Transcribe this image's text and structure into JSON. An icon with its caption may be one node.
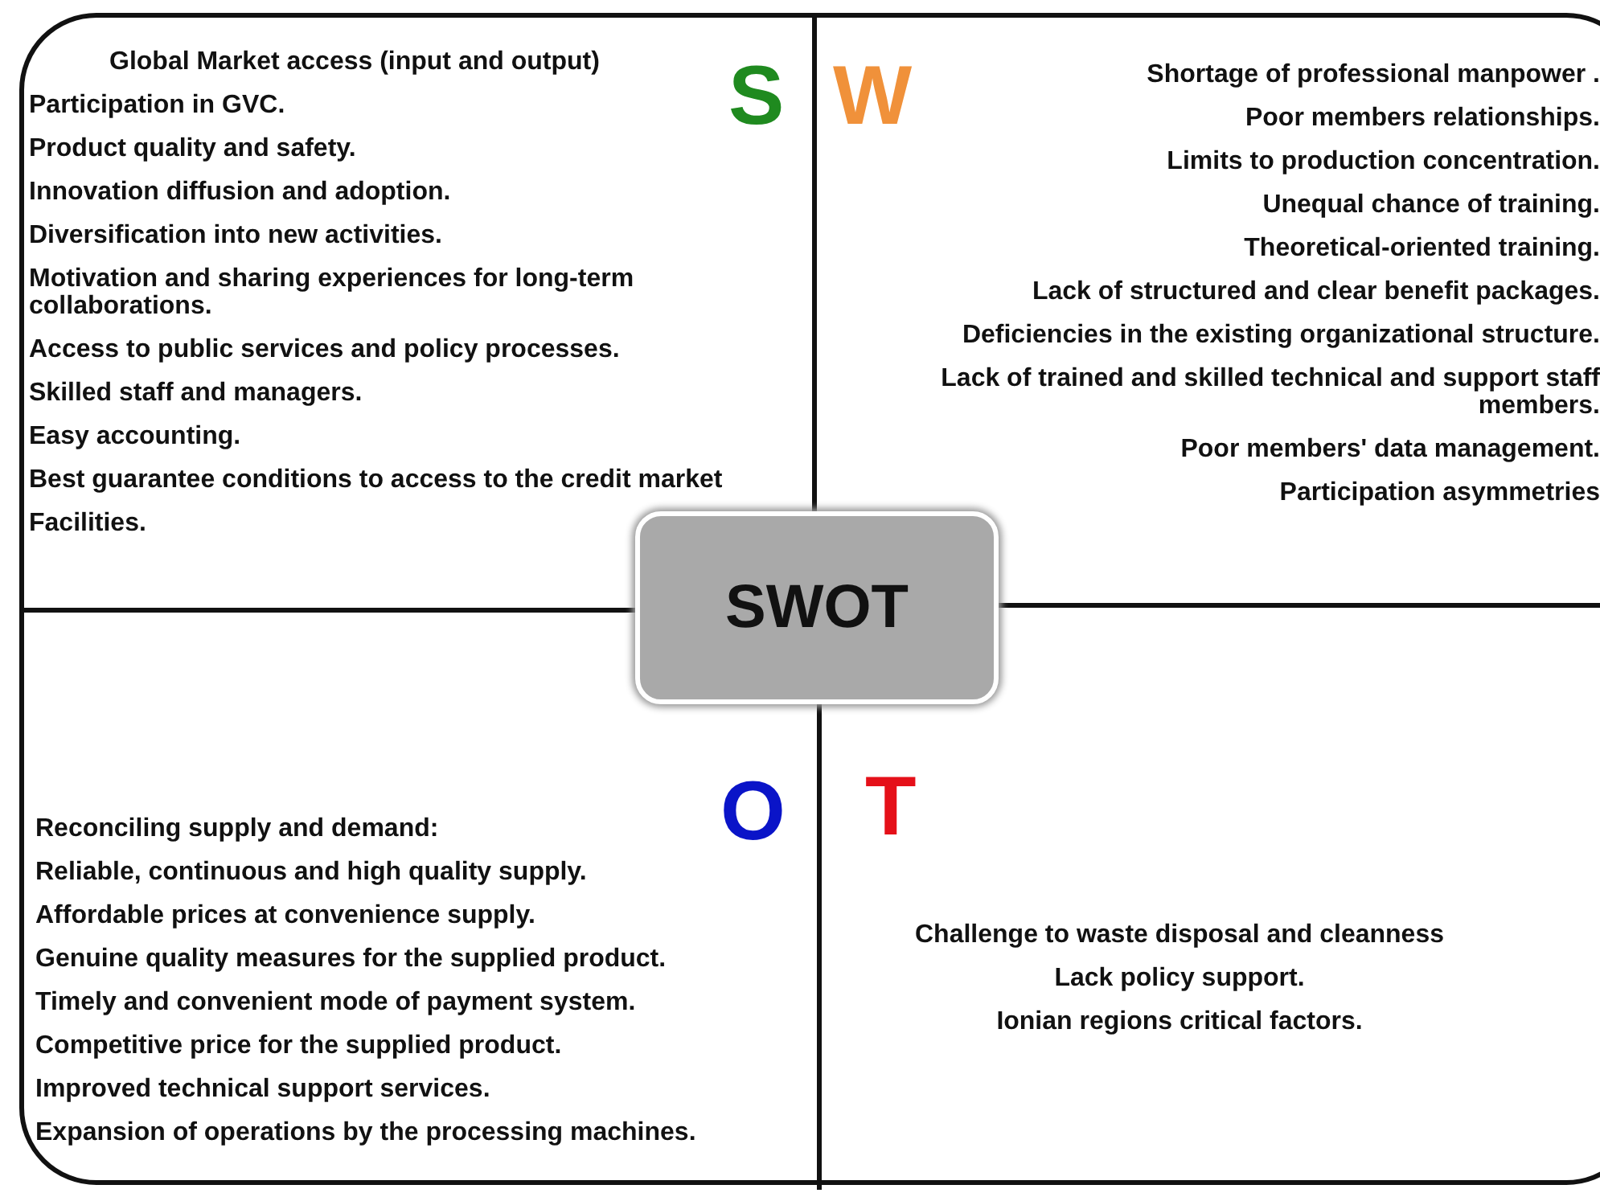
{
  "diagram": {
    "nodes": [
      {
        "text": [
          "S",
          "Global Market access (input and output)",
          "Participation in GVC.",
          "Product quality and safety.",
          "Innovation diffusion and adoption.",
          "Diversification into new activities.",
          "Motivation and sharing experiences for long-term collaborations.",
          "Access to public services and policy processes.",
          "Skilled staff and managers.",
          "Easy accounting.",
          "Best guarantee conditions to access to the credit market",
          "Facilities."
        ]
      },
      {
        "text": [
          "W",
          "Shortage of professional manpower .",
          "Poor members relationships.",
          "Limits to production concentration.",
          "Unequal chance of training.",
          "Theoretical-oriented training.",
          "Lack of structured and clear benefit packages.",
          "Deficiencies in the existing organizational structure.",
          "Lack of trained and skilled technical and support staff members.",
          "Poor members' data management.",
          "Participation asymmetries"
        ]
      },
      {
        "text": [
          "SWOT"
        ]
      },
      {
        "text": [
          "O",
          "Reconciling supply and demand:",
          "Reliable, continuous and high quality supply.",
          "Affordable prices at convenience supply.",
          "Genuine quality measures for the supplied product.",
          "Timely and convenient mode of payment system.",
          "Competitive price for the supplied product.",
          "Improved technical support services.",
          "Expansion of operations by the processing machines."
        ]
      },
      {
        "text": [
          "T",
          "Challenge to waste disposal and cleanness",
          "Lack policy support.",
          "Ionian regions critical factors."
        ]
      }
    ]
  }
}
